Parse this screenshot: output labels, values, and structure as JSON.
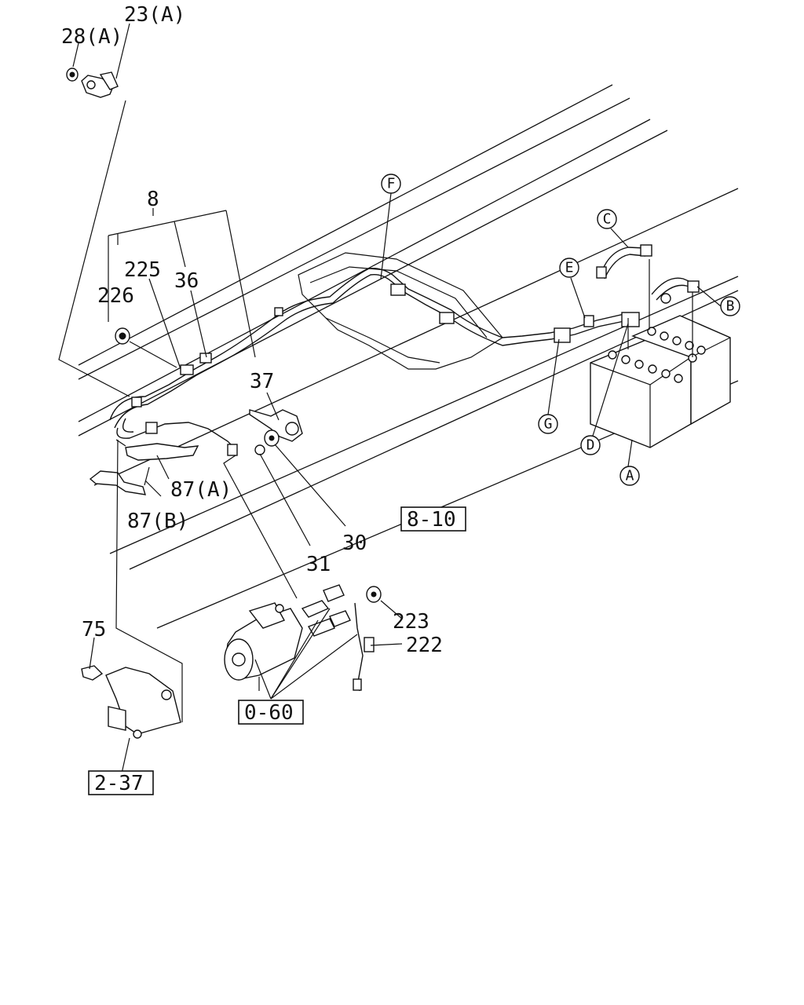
{
  "callouts": {
    "c23a": "23(A)",
    "c28a": "28(A)",
    "c8": "8",
    "c225": "225",
    "c36": "36",
    "c226": "226",
    "c37": "37",
    "c87a": "87(A)",
    "c87b": "87(B)",
    "c31": "31",
    "c30": "30",
    "c223": "223",
    "c222": "222",
    "c75": "75"
  },
  "letters": {
    "A": "A",
    "B": "B",
    "C": "C",
    "D": "D",
    "E": "E",
    "F": "F",
    "G": "G"
  },
  "refs": {
    "r810": "8-10",
    "r060": "0-60",
    "r237": "2-37"
  }
}
